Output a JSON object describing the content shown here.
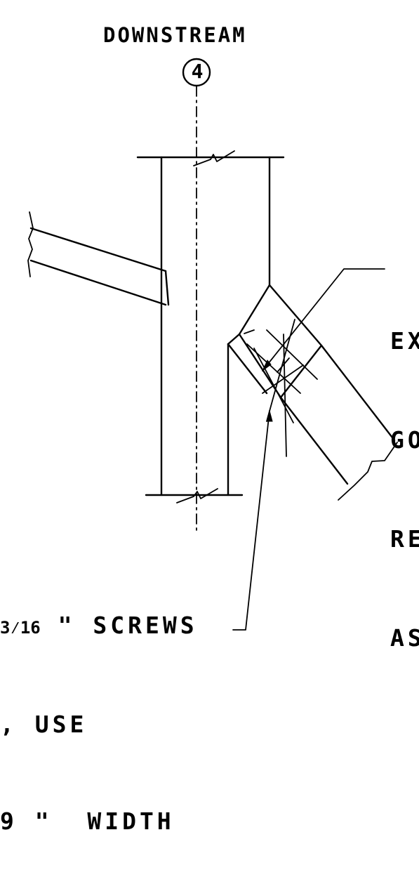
{
  "labels": {
    "downstream": "DOWNSTREAM",
    "station_number": "4"
  },
  "note_right": {
    "lines": [
      "EX",
      "GO",
      "RE",
      "AS"
    ]
  },
  "note_left": {
    "line1_fraction": "3⁄16",
    "line1_rest": " \" SCREWS",
    "line2": ", USE",
    "line3": "9 \"  WIDTH"
  },
  "colors": {
    "ink": "#000000",
    "paper": "#ffffff"
  }
}
